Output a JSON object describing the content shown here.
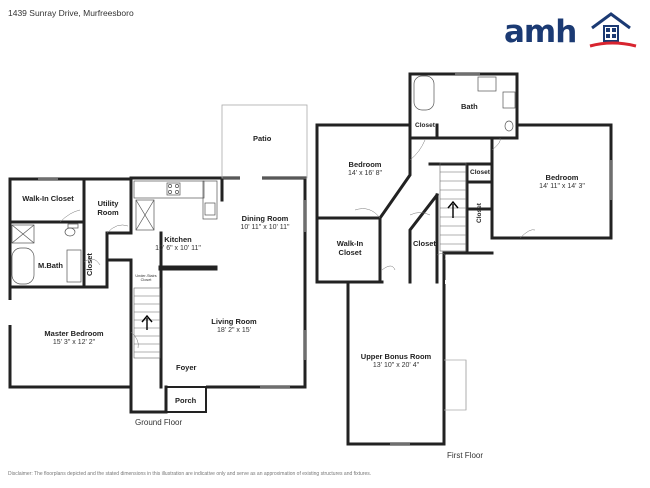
{
  "header": {
    "address": "1439 Sunray Drive, Murfreesboro",
    "brand": "amh"
  },
  "ground_floor": {
    "label": "Ground Floor",
    "rooms": {
      "patio": {
        "name": "Patio"
      },
      "walkin_closet": {
        "name": "Walk-In Closet"
      },
      "utility": {
        "name": "Utility Room"
      },
      "kitchen": {
        "name": "Kitchen",
        "dims": "10' 6\" x 10' 11\""
      },
      "dining": {
        "name": "Dining Room",
        "dims": "10' 11\" x 10' 11\""
      },
      "mbath": {
        "name": "M.Bath"
      },
      "closet": {
        "name": "Closet"
      },
      "under_stairs": {
        "name": "Under-Stairs Closet"
      },
      "living": {
        "name": "Living Room",
        "dims": "18' 2\" x 15'"
      },
      "master": {
        "name": "Master Bedroom",
        "dims": "15' 3\" x 12' 2\""
      },
      "foyer": {
        "name": "Foyer"
      },
      "porch": {
        "name": "Porch"
      }
    }
  },
  "first_floor": {
    "label": "First Floor",
    "rooms": {
      "bath": {
        "name": "Bath"
      },
      "closet_top": {
        "name": "Closet"
      },
      "bedroom_left": {
        "name": "Bedroom",
        "dims": "14' x 16' 8\""
      },
      "bedroom_right": {
        "name": "Bedroom",
        "dims": "14' 11\" x 14' 3\""
      },
      "closet_right1": {
        "name": "Closet"
      },
      "closet_right2": {
        "name": "Closet"
      },
      "closet_mid": {
        "name": "Closet"
      },
      "walkin_closet": {
        "name": "Walk-In Closet"
      },
      "bonus": {
        "name": "Upper Bonus Room",
        "dims": "13' 10\" x 20' 4\""
      }
    }
  },
  "disclaimer": "Disclaimer: The floorplans depicted and the stated dimensions in this illustration are indicative only and serve as an approximation of existing structures and fixtures.",
  "colors": {
    "brand_blue": "#1b3a73",
    "brand_red": "#d8242f",
    "wall": "#222222"
  }
}
